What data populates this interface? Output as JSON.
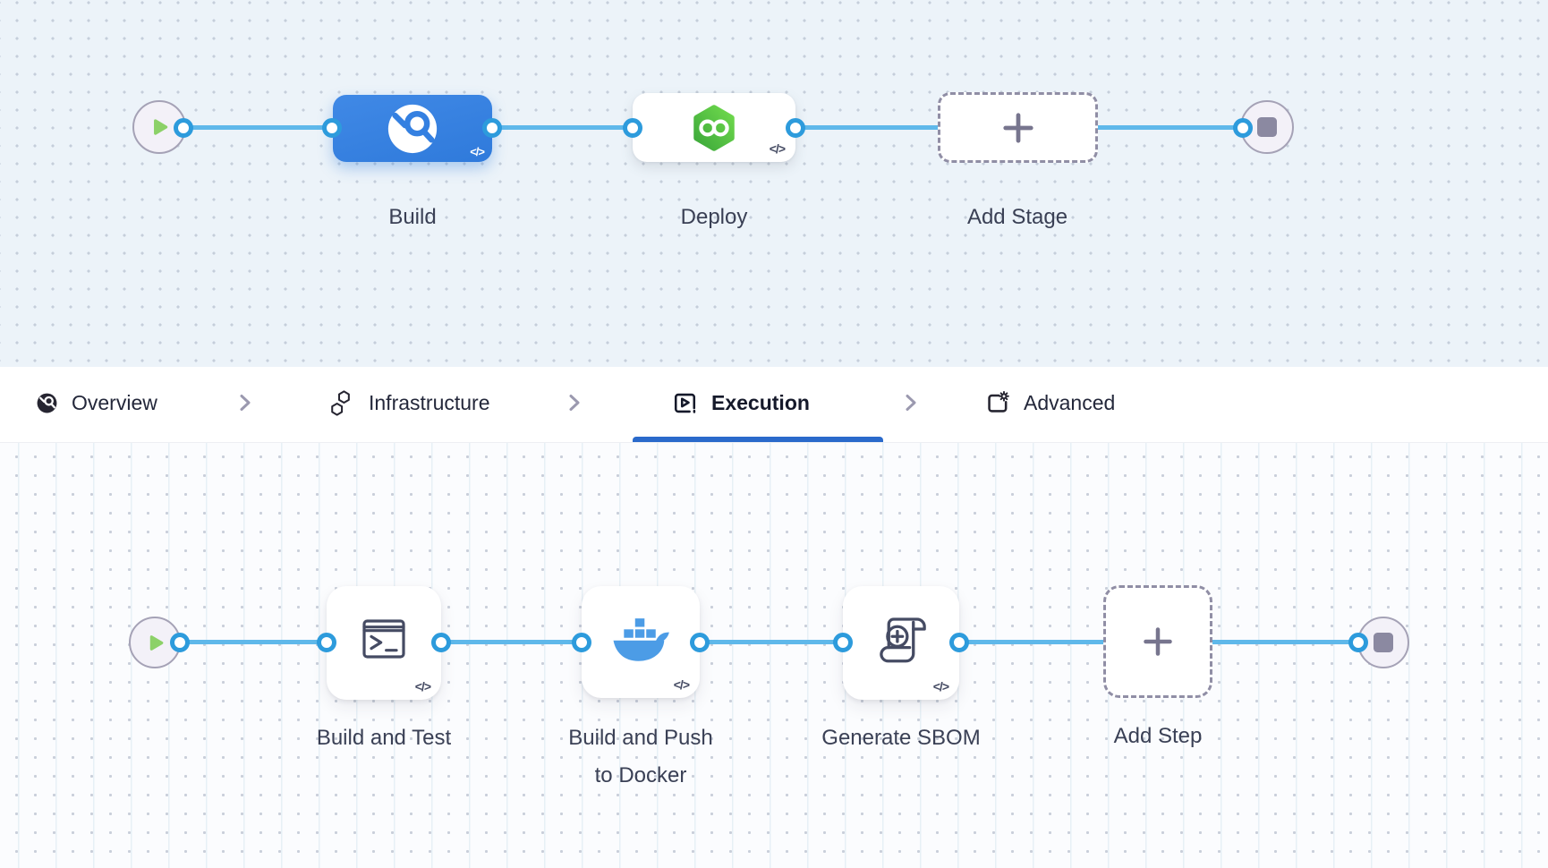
{
  "colors": {
    "connector_blue": "#5FB8EA",
    "port_border_blue": "#2D9BDC",
    "build_node_blue": "#3480E1",
    "deploy_green": "#4CBE3F",
    "docker_blue": "#4C9CE6",
    "active_tab_underline": "#2A6ACB",
    "dashed_border": "#908EA5",
    "label_text": "#3A4055"
  },
  "stage_canvas": {
    "stages": [
      {
        "label": "Build",
        "icon": "harness-ci-icon",
        "badge": "</>"
      },
      {
        "label": "Deploy",
        "icon": "harness-cd-icon",
        "badge": "</>"
      },
      {
        "label": "Add Stage",
        "icon": "plus-icon"
      }
    ]
  },
  "tab_bar": {
    "tabs": [
      {
        "label": "Overview",
        "icon": "overview-icon",
        "active": false
      },
      {
        "label": "Infrastructure",
        "icon": "infrastructure-icon",
        "active": false
      },
      {
        "label": "Execution",
        "icon": "execution-icon",
        "active": true
      },
      {
        "label": "Advanced",
        "icon": "advanced-icon",
        "active": false
      }
    ]
  },
  "step_canvas": {
    "steps": [
      {
        "label": "Build and Test",
        "icon": "terminal-icon",
        "badge": "</>"
      },
      {
        "label_line1": "Build and Push",
        "label_line2": "to Docker",
        "icon": "docker-icon",
        "badge": "</>"
      },
      {
        "label": "Generate SBOM",
        "icon": "sbom-scroll-icon",
        "badge": "</>"
      },
      {
        "label": "Add Step",
        "icon": "plus-icon"
      }
    ]
  }
}
